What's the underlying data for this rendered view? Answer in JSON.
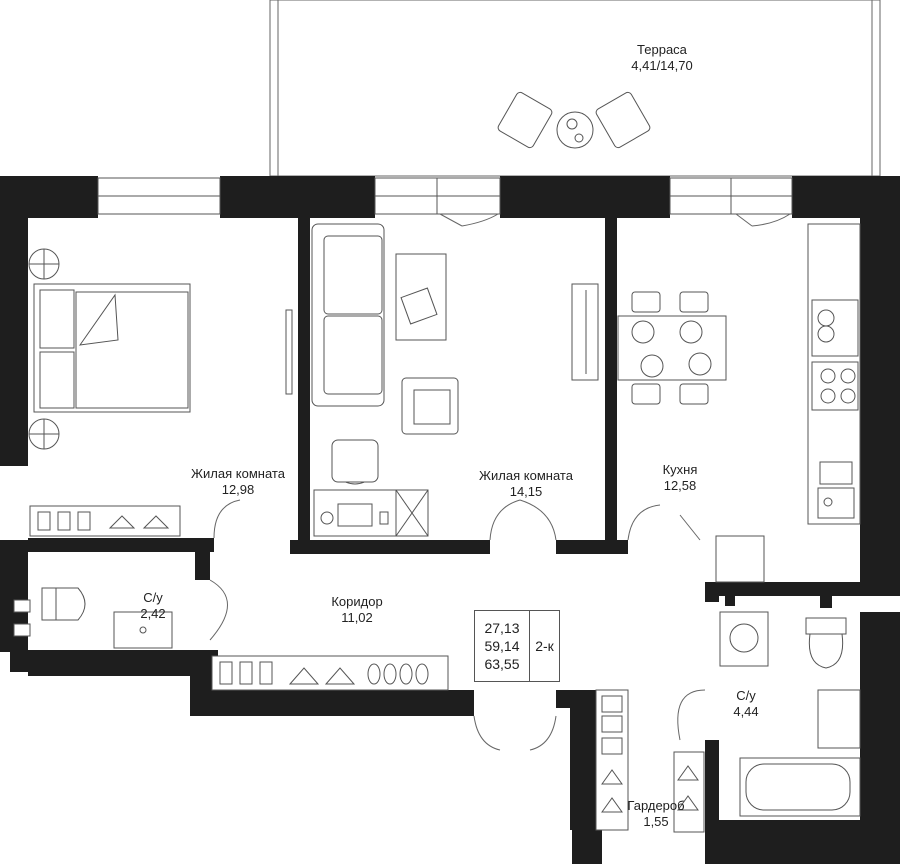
{
  "rooms": [
    {
      "id": "terrace",
      "name": "Терраса",
      "area": "4,41/14,70"
    },
    {
      "id": "bedroom",
      "name": "Жилая комната",
      "area": "12,98"
    },
    {
      "id": "living",
      "name": "Жилая комната",
      "area": "14,15"
    },
    {
      "id": "kitchen",
      "name": "Кухня",
      "area": "12,58"
    },
    {
      "id": "bath1",
      "name": "С/у",
      "area": "2,42"
    },
    {
      "id": "corridor",
      "name": "Коридор",
      "area": "11,02"
    },
    {
      "id": "bath2",
      "name": "С/у",
      "area": "4,44"
    },
    {
      "id": "wardrobe",
      "name": "Гардероб",
      "area": "1,55"
    }
  ],
  "summary": {
    "living_area": "27,13",
    "total_area": "59,14",
    "total_with_terrace": "63,55",
    "room_count": "2-к"
  },
  "colors": {
    "wall": "#1e1e1e",
    "line": "#555555",
    "background": "#ffffff"
  }
}
